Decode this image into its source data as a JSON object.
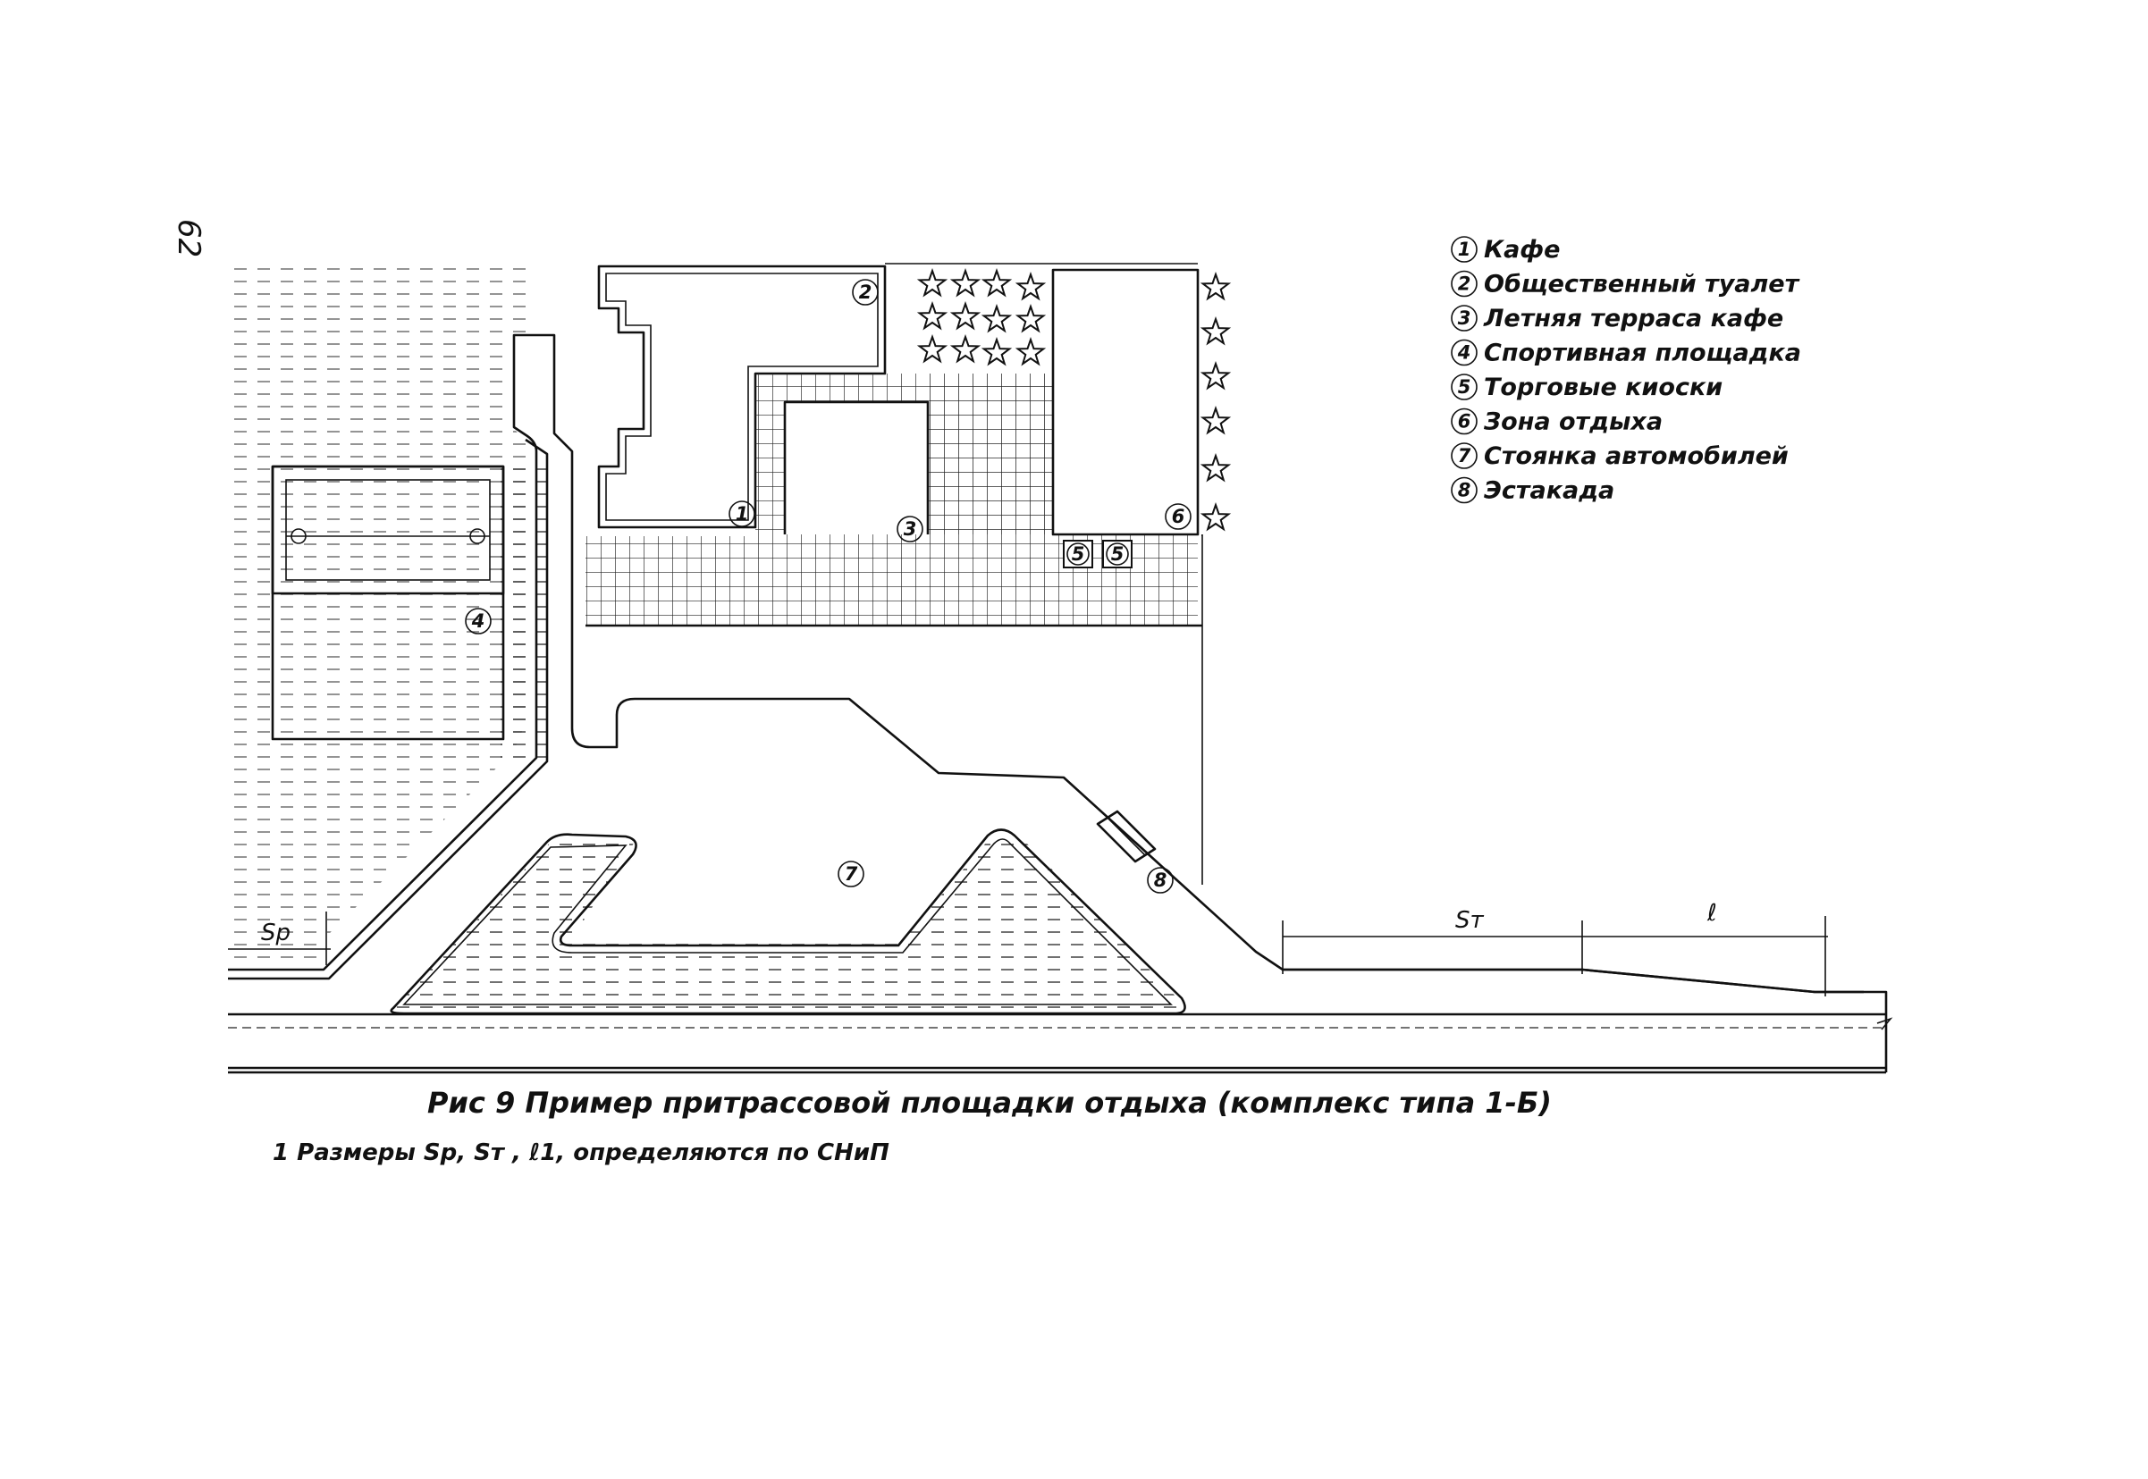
{
  "page_number": "62",
  "legend": [
    {
      "num": "1",
      "label": "Кафе"
    },
    {
      "num": "2",
      "label": "Общественный  туалет"
    },
    {
      "num": "3",
      "label": "Летняя терраса кафе"
    },
    {
      "num": "4",
      "label": "Спортивная площадка"
    },
    {
      "num": "5",
      "label": "Торговые киоски"
    },
    {
      "num": "6",
      "label": "Зона отдыха"
    },
    {
      "num": "7",
      "label": "Стоянка автомобилей"
    },
    {
      "num": "8",
      "label": "Эстакада"
    }
  ],
  "markers": {
    "cafe": "1",
    "toilet": "2",
    "terrace": "3",
    "sports": "4",
    "kiosk_a": "5",
    "kiosk_b": "5",
    "rest": "6",
    "parking": "7",
    "overpass": "8"
  },
  "dimensions": {
    "sp": "Sр",
    "st": "Sт",
    "l": "ℓ"
  },
  "caption": "Рис 9  Пример притрассовой площадки отдыха (комплекс   типа 1-Б)",
  "note": "1 Размеры  Sр, Sт , ℓ1,  определяются  по СНиП"
}
